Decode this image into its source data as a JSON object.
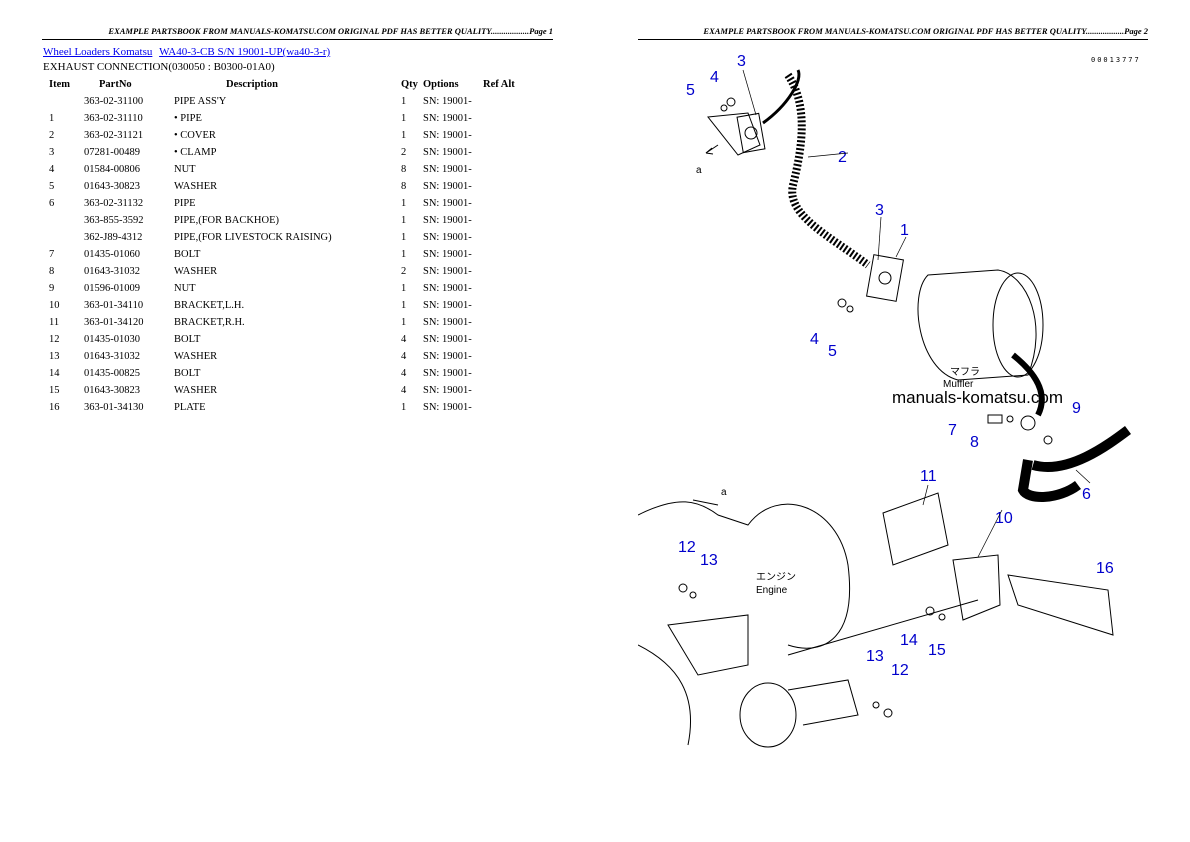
{
  "headers": {
    "page1": "EXAMPLE PARTSBOOK FROM MANUALS-KOMATSU.COM ORIGINAL PDF HAS BETTER QUALITY..................Page 1",
    "page2": "EXAMPLE PARTSBOOK FROM MANUALS-KOMATSU.COM ORIGINAL PDF HAS BETTER QUALITY..................Page 2"
  },
  "breadcrumb": {
    "link1": "Wheel Loaders Komatsu",
    "link2": "WA40-3-CB S/N 19001-UP(wa40-3-r)"
  },
  "section_title": "EXHAUST CONNECTION(030050 : B0300-01A0)",
  "table": {
    "headers": [
      "Item",
      "PartNo",
      "Description",
      "Qty",
      "Options",
      "Ref Alt"
    ],
    "rows": [
      {
        "item": "",
        "partno": "363-02-31100",
        "desc": "PIPE ASS'Y",
        "qty": "1",
        "opt": "SN: 19001-"
      },
      {
        "item": "1",
        "partno": "363-02-31110",
        "desc": "• PIPE",
        "qty": "1",
        "opt": "SN: 19001-"
      },
      {
        "item": "2",
        "partno": "363-02-31121",
        "desc": "• COVER",
        "qty": "1",
        "opt": "SN: 19001-"
      },
      {
        "item": "3",
        "partno": "07281-00489",
        "desc": "• CLAMP",
        "qty": "2",
        "opt": "SN: 19001-"
      },
      {
        "item": "4",
        "partno": "01584-00806",
        "desc": "NUT",
        "qty": "8",
        "opt": "SN: 19001-"
      },
      {
        "item": "5",
        "partno": "01643-30823",
        "desc": "WASHER",
        "qty": "8",
        "opt": "SN: 19001-"
      },
      {
        "item": "6",
        "partno": "363-02-31132",
        "desc": "PIPE",
        "qty": "1",
        "opt": "SN: 19001-"
      },
      {
        "item": "",
        "partno": "363-855-3592",
        "desc": "PIPE,(FOR BACKHOE)",
        "qty": "1",
        "opt": "SN: 19001-"
      },
      {
        "item": "",
        "partno": "362-J89-4312",
        "desc": "PIPE,(FOR LIVESTOCK RAISING)",
        "qty": "1",
        "opt": "SN: 19001-"
      },
      {
        "item": "7",
        "partno": "01435-01060",
        "desc": "BOLT",
        "qty": "1",
        "opt": "SN: 19001-"
      },
      {
        "item": "8",
        "partno": "01643-31032",
        "desc": "WASHER",
        "qty": "2",
        "opt": "SN: 19001-"
      },
      {
        "item": "9",
        "partno": "01596-01009",
        "desc": "NUT",
        "qty": "1",
        "opt": "SN: 19001-"
      },
      {
        "item": "10",
        "partno": "363-01-34110",
        "desc": "BRACKET,L.H.",
        "qty": "1",
        "opt": "SN: 19001-"
      },
      {
        "item": "11",
        "partno": "363-01-34120",
        "desc": "BRACKET,R.H.",
        "qty": "1",
        "opt": "SN: 19001-"
      },
      {
        "item": "12",
        "partno": "01435-01030",
        "desc": "BOLT",
        "qty": "4",
        "opt": "SN: 19001-"
      },
      {
        "item": "13",
        "partno": "01643-31032",
        "desc": "WASHER",
        "qty": "4",
        "opt": "SN: 19001-"
      },
      {
        "item": "14",
        "partno": "01435-00825",
        "desc": "BOLT",
        "qty": "4",
        "opt": "SN: 19001-"
      },
      {
        "item": "15",
        "partno": "01643-30823",
        "desc": "WASHER",
        "qty": "4",
        "opt": "SN: 19001-"
      },
      {
        "item": "16",
        "partno": "363-01-34130",
        "desc": "PLATE",
        "qty": "1",
        "opt": "SN: 19001-"
      }
    ]
  },
  "diagram": {
    "code": "00013777",
    "watermark": "manuals-komatsu.com",
    "muffler_jp": "マフラ",
    "muffler_en": "Muffler",
    "engine_jp": "エンジン",
    "engine_en": "Engine",
    "ref_a": "a",
    "callouts": [
      "1",
      "2",
      "3",
      "4",
      "5",
      "6",
      "7",
      "8",
      "9",
      "10",
      "11",
      "12",
      "13",
      "14",
      "15",
      "16"
    ]
  }
}
